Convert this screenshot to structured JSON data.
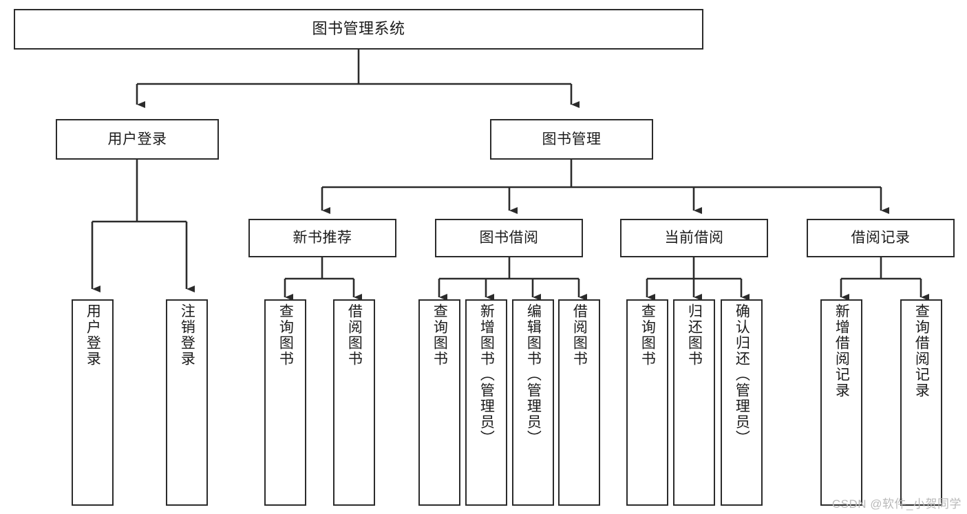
{
  "diagram": {
    "title": "图书管理系统",
    "type": "tree-hierarchy-diagram",
    "watermark": "CSDN @软件_小贺同学",
    "colors": {
      "stroke": "#2b2b2b",
      "fill": "#ffffff",
      "text": "#1b1b1b",
      "watermark": "#b9b9b9"
    },
    "root": {
      "label": "图书管理系统"
    },
    "level2": [
      {
        "label": "用户登录"
      },
      {
        "label": "图书管理"
      }
    ],
    "level3": [
      {
        "label": "新书推荐"
      },
      {
        "label": "图书借阅"
      },
      {
        "label": "当前借阅"
      },
      {
        "label": "借阅记录"
      }
    ],
    "leaves": {
      "user_login": [
        {
          "label": "用户登录"
        },
        {
          "label": "注销登录"
        }
      ],
      "new_book_recommend": [
        {
          "label": "查询图书"
        },
        {
          "label": "借阅图书"
        }
      ],
      "book_borrow": [
        {
          "label": "查询图书"
        },
        {
          "label": "新增图书（管理员）"
        },
        {
          "label": "编辑图书（管理员）"
        },
        {
          "label": "借阅图书"
        }
      ],
      "current_borrow": [
        {
          "label": "查询图书"
        },
        {
          "label": "归还图书"
        },
        {
          "label": "确认归还（管理员）"
        }
      ],
      "borrow_record": [
        {
          "label": "新增借阅记录"
        },
        {
          "label": "查询借阅记录"
        }
      ]
    }
  }
}
